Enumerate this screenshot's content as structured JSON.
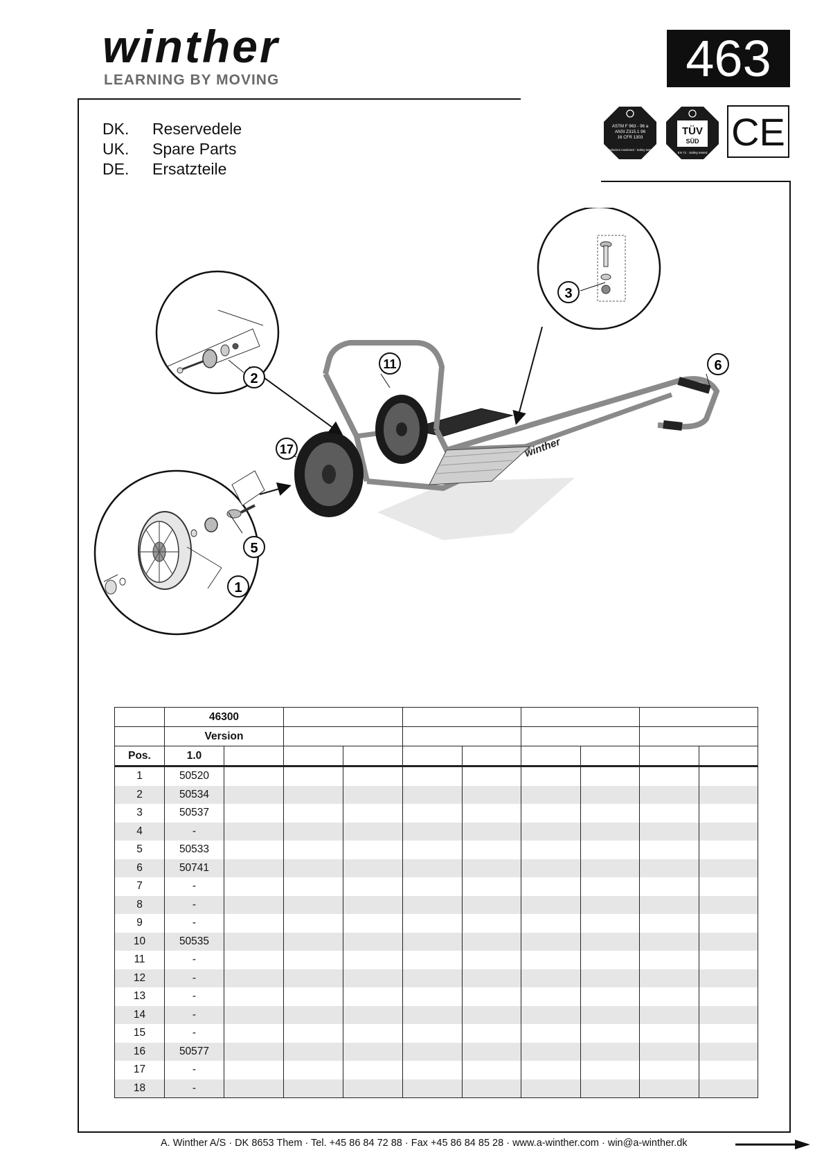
{
  "brand": {
    "logo_text": "winther",
    "tagline": "LEARNING BY MOVING"
  },
  "model_number": "463",
  "certifications": [
    {
      "name": "astm-badge",
      "lines": [
        "ASTM F 963 - 96 a",
        "ANSI Z315.1 96",
        "16 CFR 1303"
      ],
      "footer": "Production monitored · Safety tested"
    },
    {
      "name": "tuv-badge",
      "lines": [
        "TÜV",
        "SÜD"
      ],
      "footer": "EN 71 · Safety tested"
    },
    {
      "name": "ce-mark",
      "lines": [
        "CE"
      ]
    }
  ],
  "languages": [
    {
      "code": "DK.",
      "label": "Reservedele"
    },
    {
      "code": "UK.",
      "label": "Spare Parts"
    },
    {
      "code": "DE.",
      "label": "Ersatzteile"
    }
  ],
  "callouts": [
    "1",
    "2",
    "3",
    "5",
    "6",
    "11",
    "17"
  ],
  "frame_logo": "winther",
  "table": {
    "article_number": "46300",
    "version_label": "Version",
    "pos_label": "Pos.",
    "version_value": "1.0",
    "rows": [
      {
        "pos": "1",
        "part": "50520"
      },
      {
        "pos": "2",
        "part": "50534"
      },
      {
        "pos": "3",
        "part": "50537"
      },
      {
        "pos": "4",
        "part": "-"
      },
      {
        "pos": "5",
        "part": "50533"
      },
      {
        "pos": "6",
        "part": "50741"
      },
      {
        "pos": "7",
        "part": "-"
      },
      {
        "pos": "8",
        "part": "-"
      },
      {
        "pos": "9",
        "part": "-"
      },
      {
        "pos": "10",
        "part": "50535"
      },
      {
        "pos": "11",
        "part": "-"
      },
      {
        "pos": "12",
        "part": "-"
      },
      {
        "pos": "13",
        "part": "-"
      },
      {
        "pos": "14",
        "part": "-"
      },
      {
        "pos": "15",
        "part": "-"
      },
      {
        "pos": "16",
        "part": "50577"
      },
      {
        "pos": "17",
        "part": "-"
      },
      {
        "pos": "18",
        "part": "-"
      }
    ]
  },
  "footer": {
    "contact": "A. Winther A/S · DK 8653 Them · Tel. +45 86 84 72 88 · Fax +45 86 84 85 28 · www.a-winther.com · win@a-winther.dk"
  }
}
